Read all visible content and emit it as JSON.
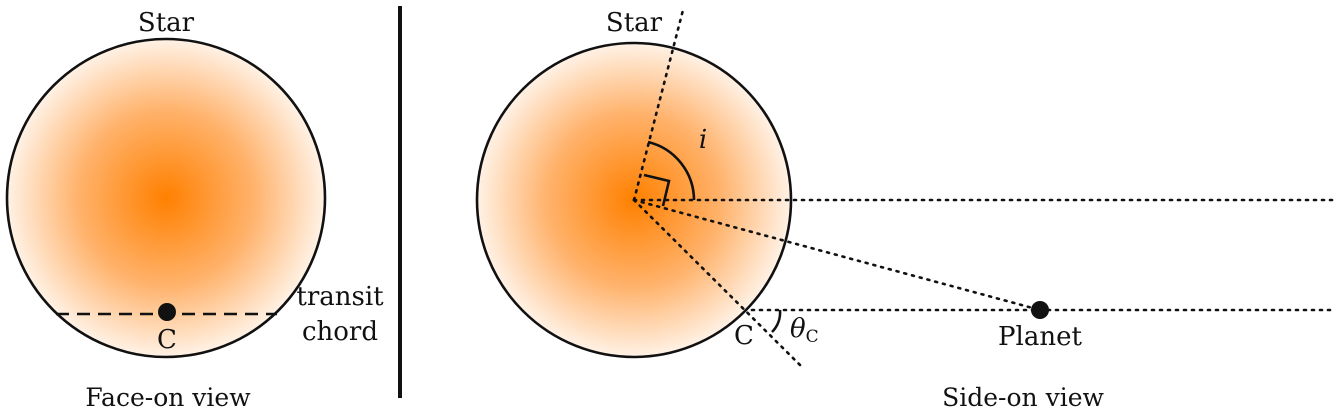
{
  "colors": {
    "star_center": "#ff8000",
    "star_edge": "#fff2e6",
    "outline": "#111111",
    "background": "#ffffff"
  },
  "face_on": {
    "star_label": "Star",
    "point_label": "C",
    "chord_label_line1": "transit",
    "chord_label_line2": "chord",
    "caption": "Face-on view"
  },
  "side_on": {
    "star_label": "Star",
    "inclination_symbol": "i",
    "point_label": "C",
    "angle_symbol": "θ",
    "angle_subscript": "C",
    "planet_label": "Planet",
    "caption": "Side-on view"
  }
}
